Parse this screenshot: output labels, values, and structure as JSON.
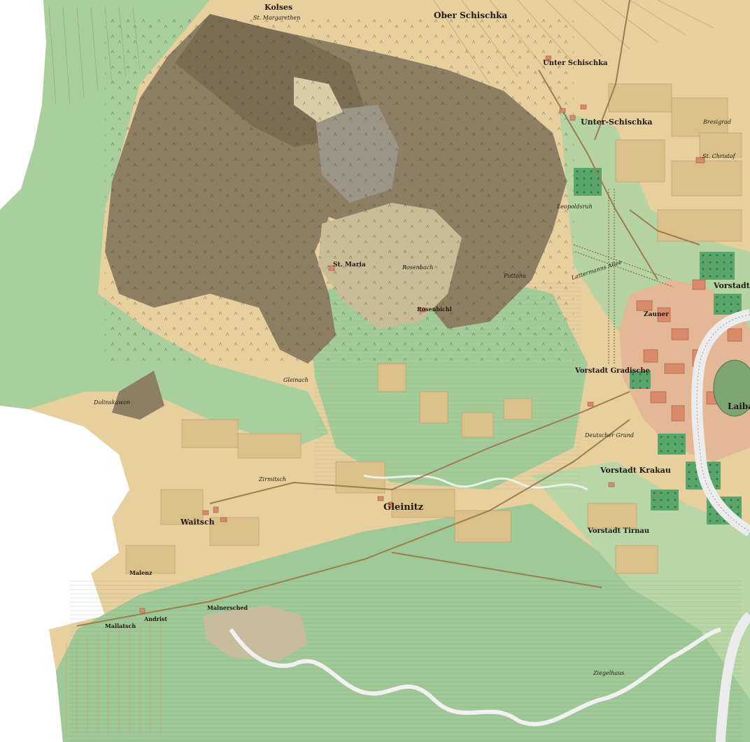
{
  "map": {
    "colors": {
      "paper": "#ffffff",
      "field": "#e8cf9e",
      "field_dark": "#dcc08a",
      "meadow": "#a8cf9c",
      "meadow_dark": "#8fbf88",
      "forest": "#8d7f64",
      "forest_dark": "#7a6d54",
      "clearing": "#c9bd98",
      "river": "#eeeeee",
      "town": "#d88a6a",
      "garden": "#4f9e62"
    },
    "labels": {
      "kolses": "Kolses",
      "st_margarethen": "St. Margarethen",
      "ober_schischka": "Ober Schischka",
      "unter_schischka_1": "Unter Schischka",
      "unter_schischka_2": "Unter-Schischka",
      "bresgrad": "Bresigrad",
      "st_christof": "St. Christof",
      "leopoldsruh": "Leopoldsruh",
      "st_maria": "St. Maria",
      "rosenbach": "Rosenbach",
      "rosenbichl": "Rosenbichl",
      "poellhauser": "Puttanu",
      "latermann_allee": "Lattermanns Allee",
      "vorstadt_top": "Vorstadt",
      "zauner": "Zauner",
      "vorstadt_gradische": "Vorstadt Gradische",
      "laibach": "Laibach",
      "deutscher_grund": "Deutscher Grund",
      "vorstadt_krakau": "Vorstadt Krakau",
      "vorstadt_tirnau": "Vorstadt Tirnau",
      "gleinitz": "Gleinitz",
      "waitsch": "Waitsch",
      "zirmitsch": "Zirmitsch",
      "malenz": "Malenz",
      "andrist": "Andrist",
      "mallatsch": "Mallatsch",
      "malnersched": "Malnersched",
      "dolinskaworn": "Dolinskawon",
      "ziegelhaus": "Ziegelhaus",
      "gleinach": "Gleinach"
    }
  }
}
